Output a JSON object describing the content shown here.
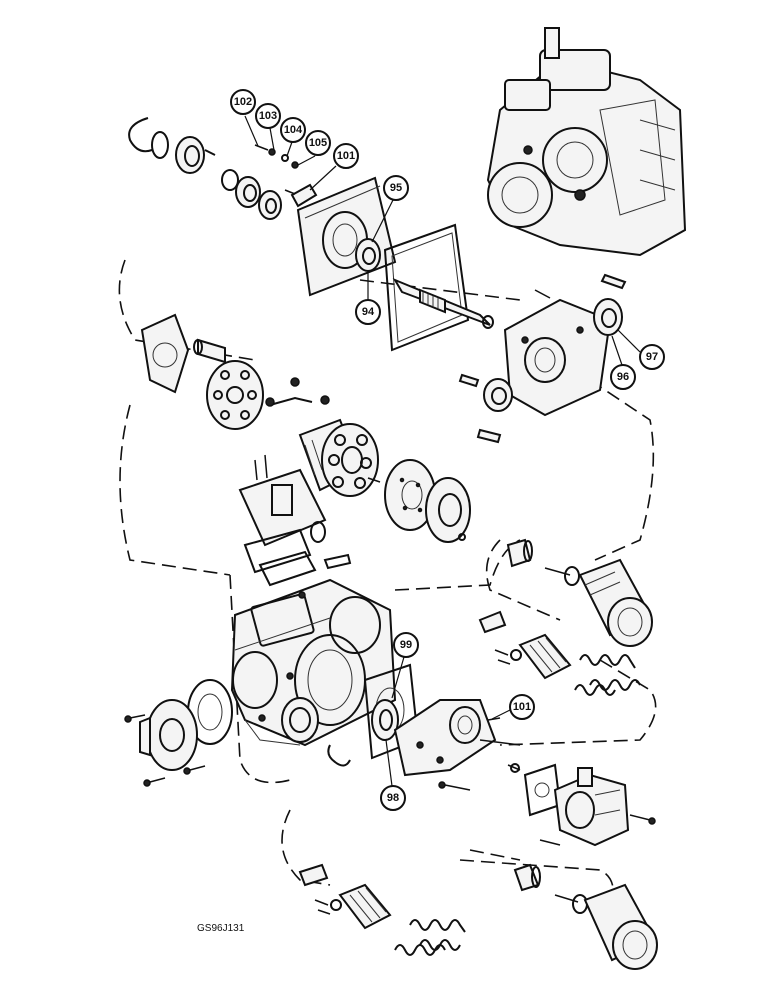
{
  "callouts": [
    {
      "id": "c102",
      "label": "102"
    },
    {
      "id": "c103",
      "label": "103"
    },
    {
      "id": "c104",
      "label": "104"
    },
    {
      "id": "c105",
      "label": "105"
    },
    {
      "id": "c101a",
      "label": "101"
    },
    {
      "id": "c95",
      "label": "95"
    },
    {
      "id": "c94",
      "label": "94"
    },
    {
      "id": "c97",
      "label": "97"
    },
    {
      "id": "c96",
      "label": "96"
    },
    {
      "id": "c99",
      "label": "99"
    },
    {
      "id": "c101b",
      "label": "101"
    },
    {
      "id": "c98",
      "label": "98"
    }
  ],
  "drawing_code": "GS96J131"
}
